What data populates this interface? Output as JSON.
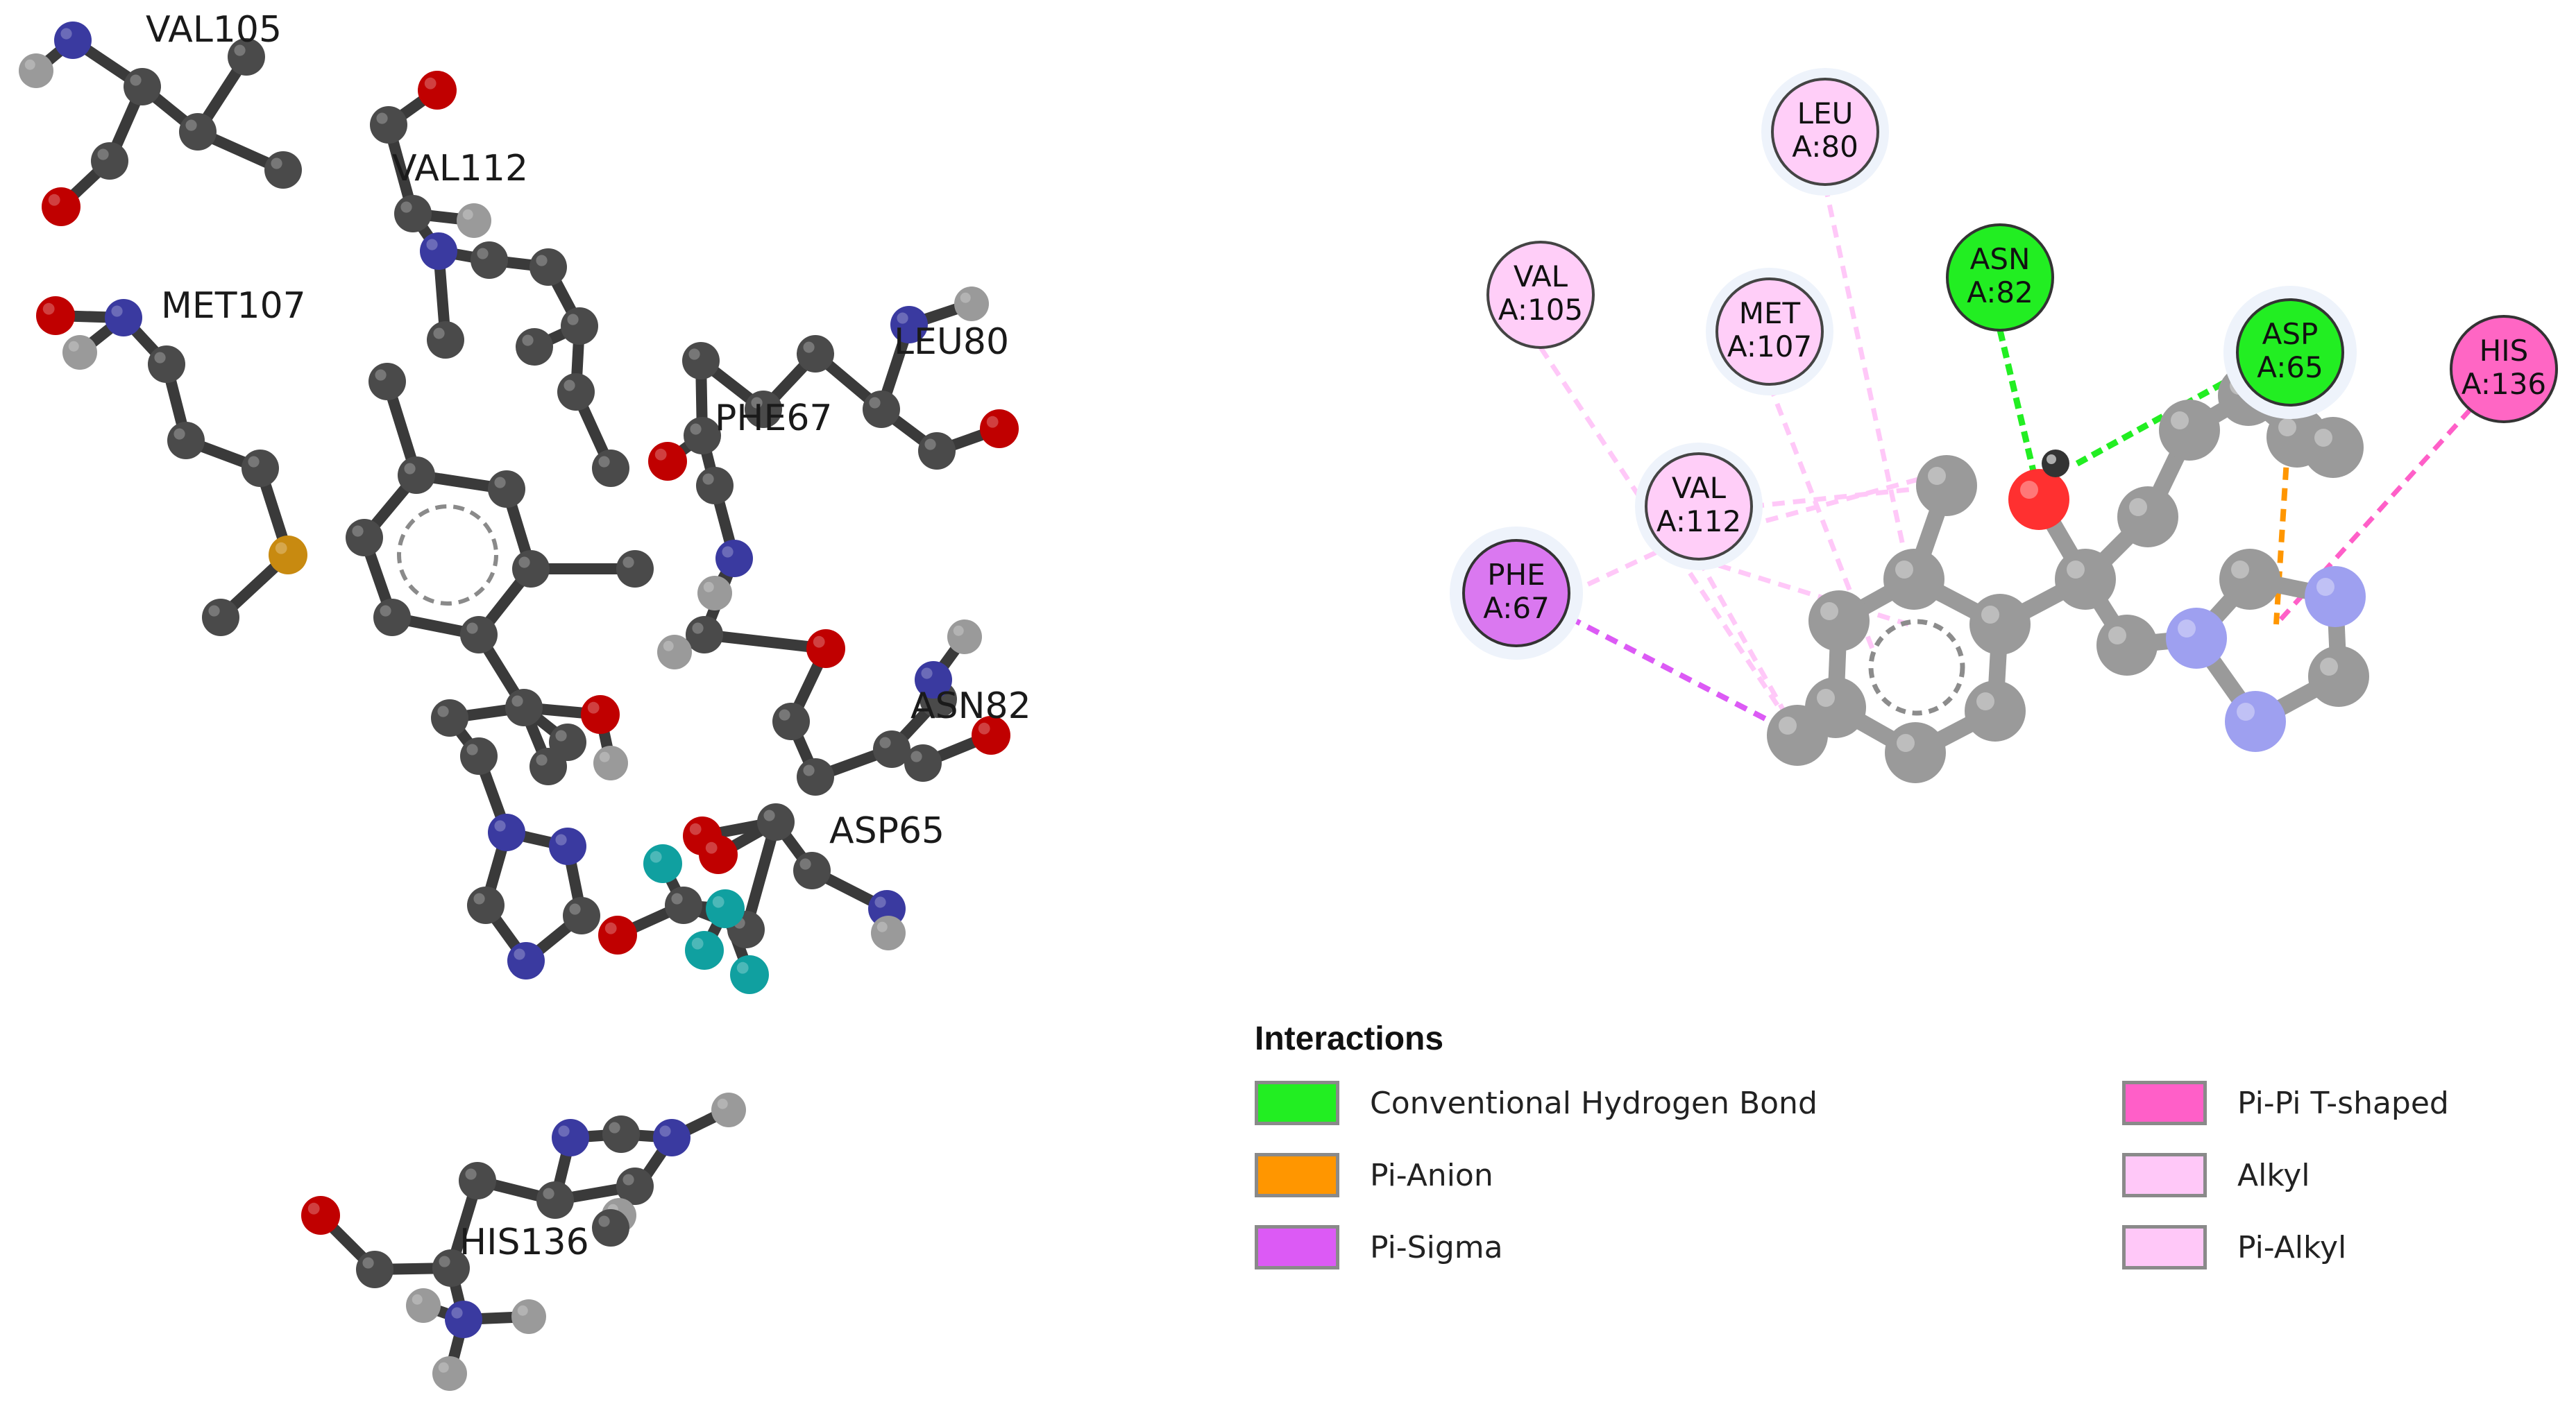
{
  "residues_3d": [
    {
      "id": "val105",
      "label": "VAL105"
    },
    {
      "id": "val112",
      "label": "VAL112"
    },
    {
      "id": "met107",
      "label": "MET107"
    },
    {
      "id": "leu80",
      "label": "LEU80"
    },
    {
      "id": "phe67",
      "label": "PHE67"
    },
    {
      "id": "asn82",
      "label": "ASN82"
    },
    {
      "id": "asp65",
      "label": "ASP65"
    },
    {
      "id": "his136",
      "label": "HIS136"
    }
  ],
  "interaction_nodes": [
    {
      "id": "leu80",
      "line1": "LEU",
      "line2": "A:80",
      "type": "alkyl"
    },
    {
      "id": "val105",
      "line1": "VAL",
      "line2": "A:105",
      "type": "alkyl"
    },
    {
      "id": "met107",
      "line1": "MET",
      "line2": "A:107",
      "type": "alkyl"
    },
    {
      "id": "asn82",
      "line1": "ASN",
      "line2": "A:82",
      "type": "hbond"
    },
    {
      "id": "asp65",
      "line1": "ASP",
      "line2": "A:65",
      "type": "hbond"
    },
    {
      "id": "his136",
      "line1": "HIS",
      "line2": "A:136",
      "type": "pipi"
    },
    {
      "id": "val112",
      "line1": "VAL",
      "line2": "A:112",
      "type": "alkyl"
    },
    {
      "id": "phe67",
      "line1": "PHE",
      "line2": "A:67",
      "type": "pisigma"
    }
  ],
  "legend": {
    "title": "Interactions",
    "items": [
      {
        "label": "Conventional Hydrogen Bond",
        "color": "#22ee22"
      },
      {
        "label": "Pi-Pi T-shaped",
        "color": "#ff5fc8"
      },
      {
        "label": "Pi-Anion",
        "color": "#ff9600"
      },
      {
        "label": "Alkyl",
        "color": "#ffc8f8"
      },
      {
        "label": "Pi-Sigma",
        "color": "#dc5af5"
      },
      {
        "label": "Pi-Alkyl",
        "color": "#ffc8f8"
      }
    ]
  },
  "colors": {
    "carbon": "#4a4a4a",
    "oxygen": "#c00000",
    "nitrogen": "#3a3aa0",
    "sulfur": "#c88a10",
    "hydrogen": "#9a9a9a",
    "fluorine": "#10a0a0",
    "ligand_carbon": "#9a9a9a",
    "ligand_nitrogen": "#9ea0f0",
    "ligand_oxygen": "#ff3030",
    "hbond": "#22ee22",
    "pi_anion": "#ff9600",
    "pi_sigma": "#dc5af5",
    "pi_pi": "#ff5fc8",
    "alkyl": "#ffc8f8"
  }
}
